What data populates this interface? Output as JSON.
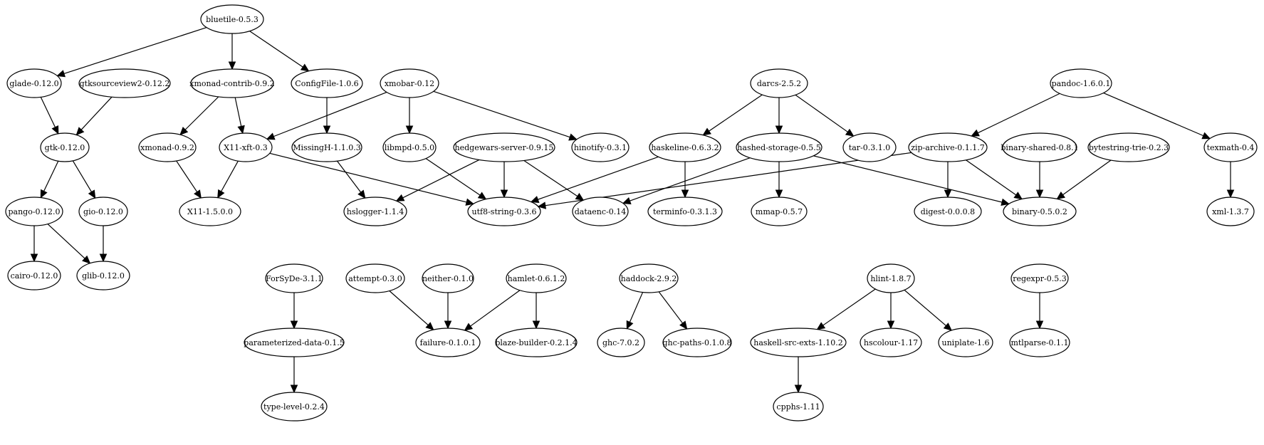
{
  "graph": {
    "nodes": [
      {
        "id": "bluetile",
        "label": "bluetile-0.5.3"
      },
      {
        "id": "glade",
        "label": "glade-0.12.0"
      },
      {
        "id": "gtksourceview2",
        "label": "gtksourceview2-0.12.2"
      },
      {
        "id": "xmonad-contrib",
        "label": "xmonad-contrib-0.9.2"
      },
      {
        "id": "ConfigFile",
        "label": "ConfigFile-1.0.6"
      },
      {
        "id": "xmobar",
        "label": "xmobar-0.12"
      },
      {
        "id": "darcs",
        "label": "darcs-2.5.2"
      },
      {
        "id": "pandoc",
        "label": "pandoc-1.6.0.1"
      },
      {
        "id": "gtk",
        "label": "gtk-0.12.0"
      },
      {
        "id": "xmonad",
        "label": "xmonad-0.9.2"
      },
      {
        "id": "X11-xft",
        "label": "X11-xft-0.3"
      },
      {
        "id": "MissingH",
        "label": "MissingH-1.1.0.3"
      },
      {
        "id": "libmpd",
        "label": "libmpd-0.5.0"
      },
      {
        "id": "hedgewars-server",
        "label": "hedgewars-server-0.9.15"
      },
      {
        "id": "hinotify",
        "label": "hinotify-0.3.1"
      },
      {
        "id": "haskeline",
        "label": "haskeline-0.6.3.2"
      },
      {
        "id": "hashed-storage",
        "label": "hashed-storage-0.5.5"
      },
      {
        "id": "tar",
        "label": "tar-0.3.1.0"
      },
      {
        "id": "zip-archive",
        "label": "zip-archive-0.1.1.7"
      },
      {
        "id": "binary-shared",
        "label": "binary-shared-0.8.1"
      },
      {
        "id": "bytestring-trie",
        "label": "bytestring-trie-0.2.3"
      },
      {
        "id": "texmath",
        "label": "texmath-0.4"
      },
      {
        "id": "pango",
        "label": "pango-0.12.0"
      },
      {
        "id": "gio",
        "label": "gio-0.12.0"
      },
      {
        "id": "X11",
        "label": "X11-1.5.0.0"
      },
      {
        "id": "hslogger",
        "label": "hslogger-1.1.4"
      },
      {
        "id": "utf8-string",
        "label": "utf8-string-0.3.6"
      },
      {
        "id": "dataenc",
        "label": "dataenc-0.14"
      },
      {
        "id": "terminfo",
        "label": "terminfo-0.3.1.3"
      },
      {
        "id": "mmap",
        "label": "mmap-0.5.7"
      },
      {
        "id": "digest",
        "label": "digest-0.0.0.8"
      },
      {
        "id": "binary",
        "label": "binary-0.5.0.2"
      },
      {
        "id": "xml",
        "label": "xml-1.3.7"
      },
      {
        "id": "cairo",
        "label": "cairo-0.12.0"
      },
      {
        "id": "glib",
        "label": "glib-0.12.0"
      },
      {
        "id": "ForSyDe",
        "label": "ForSyDe-3.1.1"
      },
      {
        "id": "attempt",
        "label": "attempt-0.3.0"
      },
      {
        "id": "neither",
        "label": "neither-0.1.0"
      },
      {
        "id": "hamlet",
        "label": "hamlet-0.6.1.2"
      },
      {
        "id": "haddock",
        "label": "haddock-2.9.2"
      },
      {
        "id": "hlint",
        "label": "hlint-1.8.7"
      },
      {
        "id": "regexpr",
        "label": "regexpr-0.5.3"
      },
      {
        "id": "parameterized-data",
        "label": "parameterized-data-0.1.5"
      },
      {
        "id": "failure",
        "label": "failure-0.1.0.1"
      },
      {
        "id": "blaze-builder",
        "label": "blaze-builder-0.2.1.4"
      },
      {
        "id": "ghc",
        "label": "ghc-7.0.2"
      },
      {
        "id": "ghc-paths",
        "label": "ghc-paths-0.1.0.8"
      },
      {
        "id": "haskell-src-exts",
        "label": "haskell-src-exts-1.10.2"
      },
      {
        "id": "hscolour",
        "label": "hscolour-1.17"
      },
      {
        "id": "uniplate",
        "label": "uniplate-1.6"
      },
      {
        "id": "mtlparse",
        "label": "mtlparse-0.1.1"
      },
      {
        "id": "type-level",
        "label": "type-level-0.2.4"
      },
      {
        "id": "cpphs",
        "label": "cpphs-1.11"
      }
    ],
    "edges": [
      {
        "from": "bluetile",
        "to": "glade"
      },
      {
        "from": "bluetile",
        "to": "xmonad-contrib"
      },
      {
        "from": "bluetile",
        "to": "ConfigFile"
      },
      {
        "from": "glade",
        "to": "gtk"
      },
      {
        "from": "gtksourceview2",
        "to": "gtk"
      },
      {
        "from": "xmonad-contrib",
        "to": "xmonad"
      },
      {
        "from": "xmonad-contrib",
        "to": "X11-xft"
      },
      {
        "from": "ConfigFile",
        "to": "MissingH"
      },
      {
        "from": "xmobar",
        "to": "X11-xft"
      },
      {
        "from": "xmobar",
        "to": "libmpd"
      },
      {
        "from": "xmobar",
        "to": "hinotify"
      },
      {
        "from": "darcs",
        "to": "haskeline"
      },
      {
        "from": "darcs",
        "to": "hashed-storage"
      },
      {
        "from": "darcs",
        "to": "tar"
      },
      {
        "from": "pandoc",
        "to": "zip-archive"
      },
      {
        "from": "pandoc",
        "to": "texmath"
      },
      {
        "from": "gtk",
        "to": "pango"
      },
      {
        "from": "gtk",
        "to": "gio"
      },
      {
        "from": "xmonad",
        "to": "X11"
      },
      {
        "from": "X11-xft",
        "to": "X11"
      },
      {
        "from": "X11-xft",
        "to": "utf8-string"
      },
      {
        "from": "MissingH",
        "to": "hslogger"
      },
      {
        "from": "libmpd",
        "to": "utf8-string"
      },
      {
        "from": "hedgewars-server",
        "to": "hslogger"
      },
      {
        "from": "hedgewars-server",
        "to": "utf8-string"
      },
      {
        "from": "hedgewars-server",
        "to": "dataenc"
      },
      {
        "from": "haskeline",
        "to": "utf8-string"
      },
      {
        "from": "haskeline",
        "to": "terminfo"
      },
      {
        "from": "hashed-storage",
        "to": "dataenc"
      },
      {
        "from": "hashed-storage",
        "to": "mmap"
      },
      {
        "from": "hashed-storage",
        "to": "binary"
      },
      {
        "from": "zip-archive",
        "to": "utf8-string"
      },
      {
        "from": "zip-archive",
        "to": "digest"
      },
      {
        "from": "zip-archive",
        "to": "binary"
      },
      {
        "from": "binary-shared",
        "to": "binary"
      },
      {
        "from": "bytestring-trie",
        "to": "binary"
      },
      {
        "from": "texmath",
        "to": "xml"
      },
      {
        "from": "pango",
        "to": "cairo"
      },
      {
        "from": "pango",
        "to": "glib"
      },
      {
        "from": "gio",
        "to": "glib"
      },
      {
        "from": "ForSyDe",
        "to": "parameterized-data"
      },
      {
        "from": "parameterized-data",
        "to": "type-level"
      },
      {
        "from": "attempt",
        "to": "failure"
      },
      {
        "from": "neither",
        "to": "failure"
      },
      {
        "from": "hamlet",
        "to": "failure"
      },
      {
        "from": "hamlet",
        "to": "blaze-builder"
      },
      {
        "from": "haddock",
        "to": "ghc"
      },
      {
        "from": "haddock",
        "to": "ghc-paths"
      },
      {
        "from": "hlint",
        "to": "haskell-src-exts"
      },
      {
        "from": "hlint",
        "to": "hscolour"
      },
      {
        "from": "hlint",
        "to": "uniplate"
      },
      {
        "from": "haskell-src-exts",
        "to": "cpphs"
      },
      {
        "from": "regexpr",
        "to": "mtlparse"
      }
    ]
  }
}
